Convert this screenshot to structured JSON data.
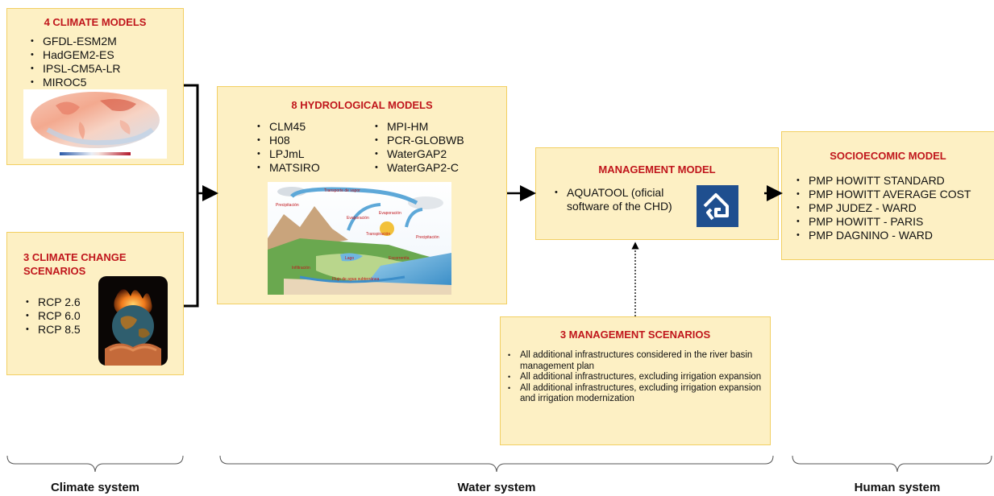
{
  "climate_models": {
    "title": "4 CLIMATE MODELS",
    "items": [
      "GFDL-ESM2M",
      "HadGEM2-ES",
      "IPSL-CM5A-LR",
      "MIROC5"
    ]
  },
  "climate_scenarios": {
    "title_line1": "3 CLIMATE CHANGE",
    "title_line2": "SCENARIOS",
    "items": [
      "RCP 2.6",
      "RCP 6.0",
      "RCP 8.5"
    ]
  },
  "hydrological_models": {
    "title": "8 HYDROLOGICAL MODELS",
    "col1": [
      "CLM45",
      "H08",
      "LPJmL",
      "MATSIRO"
    ],
    "col2": [
      "MPI-HM",
      "PCR-GLOBWB",
      "WaterGAP2",
      "WaterGAP2-C"
    ]
  },
  "management_model": {
    "title": "MANAGEMENT MODEL",
    "item_line1": "AQUATOOL (oficial",
    "item_line2": "software of the CHD)"
  },
  "management_scenarios": {
    "title": "3 MANAGEMENT SCENARIOS",
    "items": [
      "All additional infrastructures considered in the river basin management plan",
      "All additional infrastructures, excluding irrigation expansion",
      "All additional infrastructures, excluding irrigation expansion and irrigation modernization"
    ]
  },
  "socioeconomic_model": {
    "title": "SOCIOECOMIC MODEL",
    "items": [
      "PMP HOWITT STANDARD",
      "PMP HOWITT AVERAGE COST",
      "PMP JUDEZ - WARD",
      "PMP HOWITT - PARIS",
      "PMP DAGNINO - WARD"
    ]
  },
  "system_labels": {
    "climate": "Climate system",
    "water": "Water system",
    "human": "Human system"
  },
  "colors": {
    "box_fill": "#fdf0c4",
    "box_border": "#f2cf62",
    "title_red": "#c0161c",
    "logo_blue": "#1f4f8f"
  },
  "icons": {
    "climate_map": "world-temperature-map-icon",
    "burning_earth": "burning-earth-icon",
    "water_cycle": "water-cycle-illustration-icon",
    "aquatool_logo": "aquatool-logo-icon"
  },
  "water_cycle_labels": {
    "transport": "Transporte de vapor",
    "precip1": "Precipitación",
    "evaporacion": "Evaporación",
    "evapotrans": "Transpiración",
    "precip2": "Precipitación",
    "lago": "Lago",
    "escorrentia": "Escorrentía",
    "infiltracion": "Infiltración",
    "flujo": "Flujo de agua subterránea",
    "evaporacion2": "Evaporación"
  }
}
